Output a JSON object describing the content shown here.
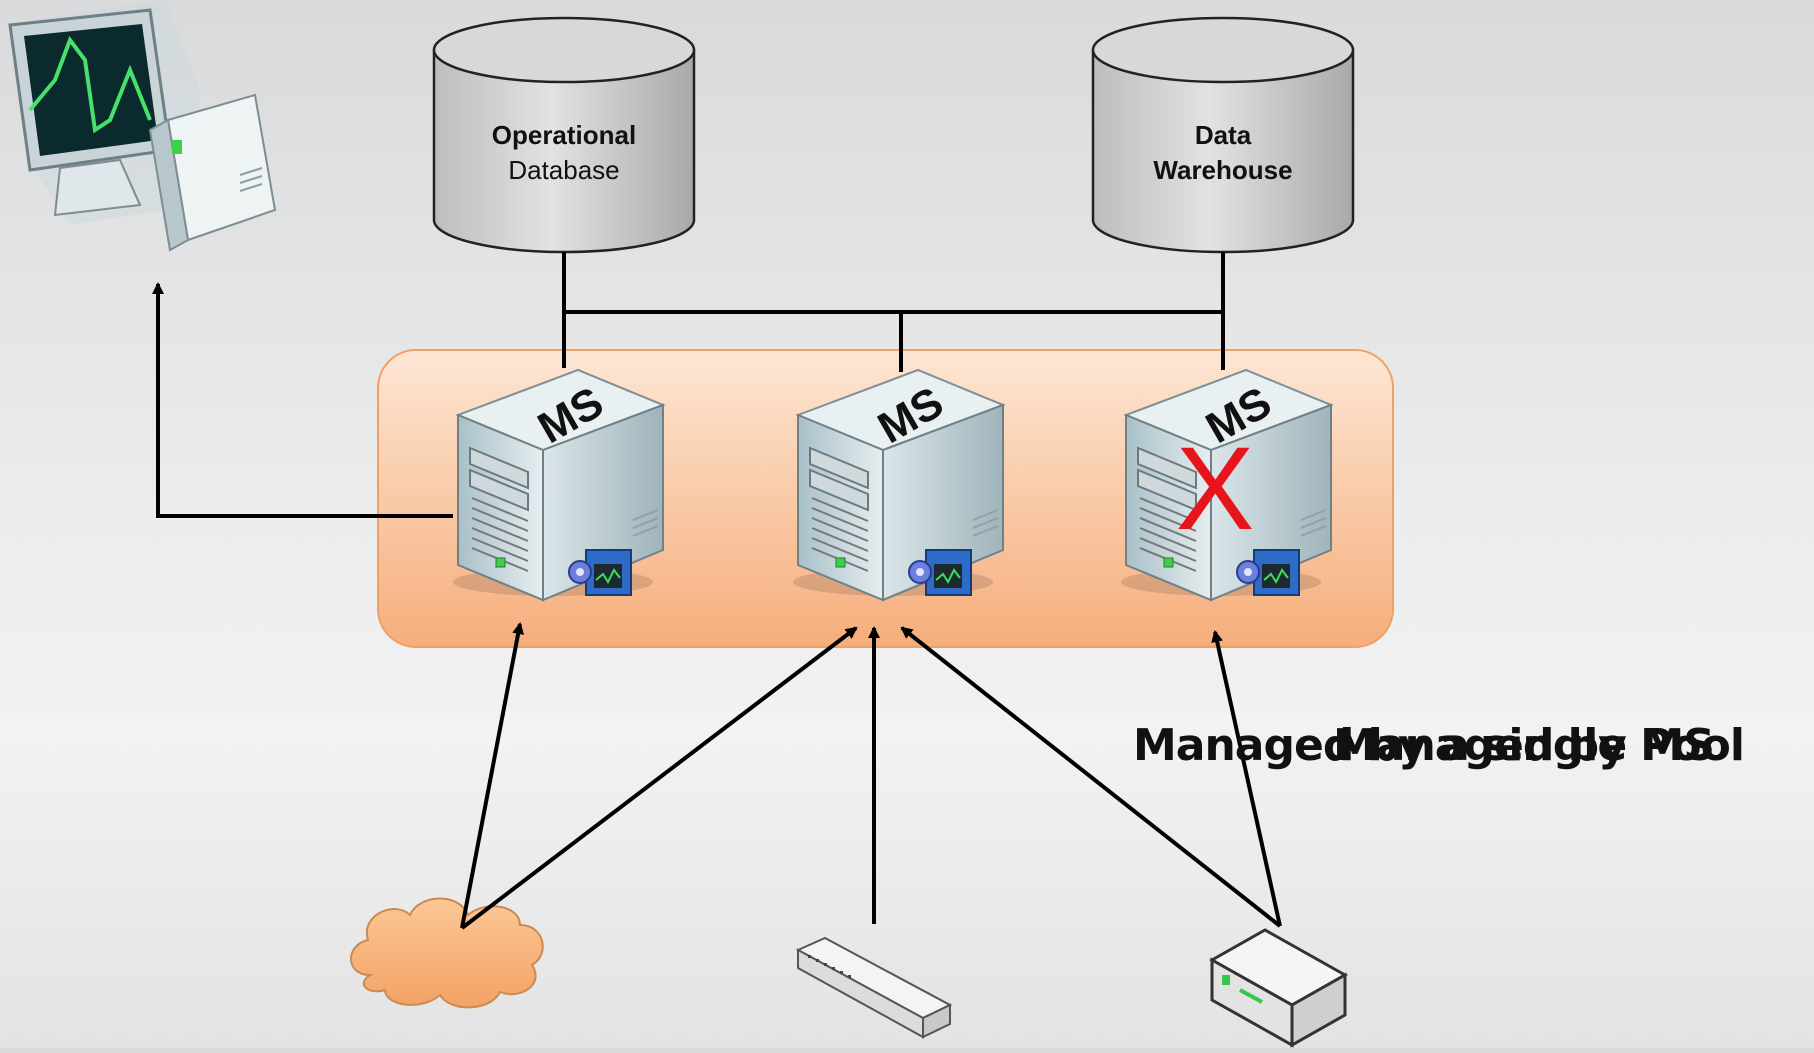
{
  "databases": {
    "operational": {
      "line1": "Operational",
      "line2": "Database"
    },
    "warehouse": {
      "line1": "Data",
      "line2": "Warehouse"
    }
  },
  "pool": {
    "color": "#f8b989"
  },
  "servers": [
    {
      "label": "MS",
      "status": "online"
    },
    {
      "label": "MS",
      "status": "online"
    },
    {
      "label": "MS",
      "status": "failed",
      "fail_mark": "X"
    }
  ],
  "captions": {
    "overlap_a": "Managed by a single MS",
    "overlap_b": "Managed by Pool"
  },
  "devices": [
    {
      "type": "cloud",
      "color": "#f7b27a"
    },
    {
      "type": "network-switch"
    },
    {
      "type": "router"
    }
  ],
  "colors": {
    "failure": "#e8141b",
    "connector": "#000000"
  }
}
